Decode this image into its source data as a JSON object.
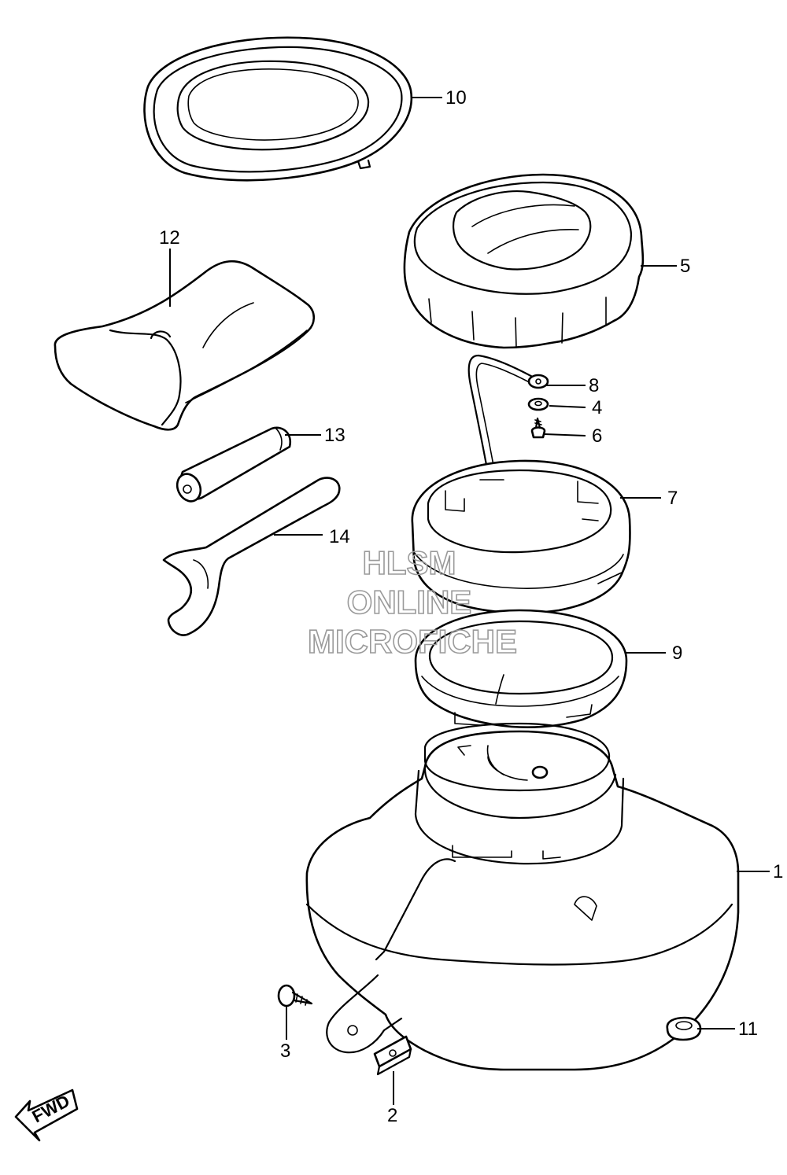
{
  "callouts": [
    {
      "id": "1",
      "label": "1"
    },
    {
      "id": "2",
      "label": "2"
    },
    {
      "id": "3",
      "label": "3"
    },
    {
      "id": "4",
      "label": "4"
    },
    {
      "id": "5",
      "label": "5"
    },
    {
      "id": "6",
      "label": "6"
    },
    {
      "id": "7",
      "label": "7"
    },
    {
      "id": "8",
      "label": "8"
    },
    {
      "id": "9",
      "label": "9"
    },
    {
      "id": "10",
      "label": "10"
    },
    {
      "id": "11",
      "label": "11"
    },
    {
      "id": "12",
      "label": "12"
    },
    {
      "id": "13",
      "label": "13"
    },
    {
      "id": "14",
      "label": "14"
    }
  ],
  "watermark": {
    "line1": "HLSM",
    "line2": "ONLINE",
    "line3": "MICROFICHE"
  },
  "direction": {
    "label": "FWD"
  }
}
